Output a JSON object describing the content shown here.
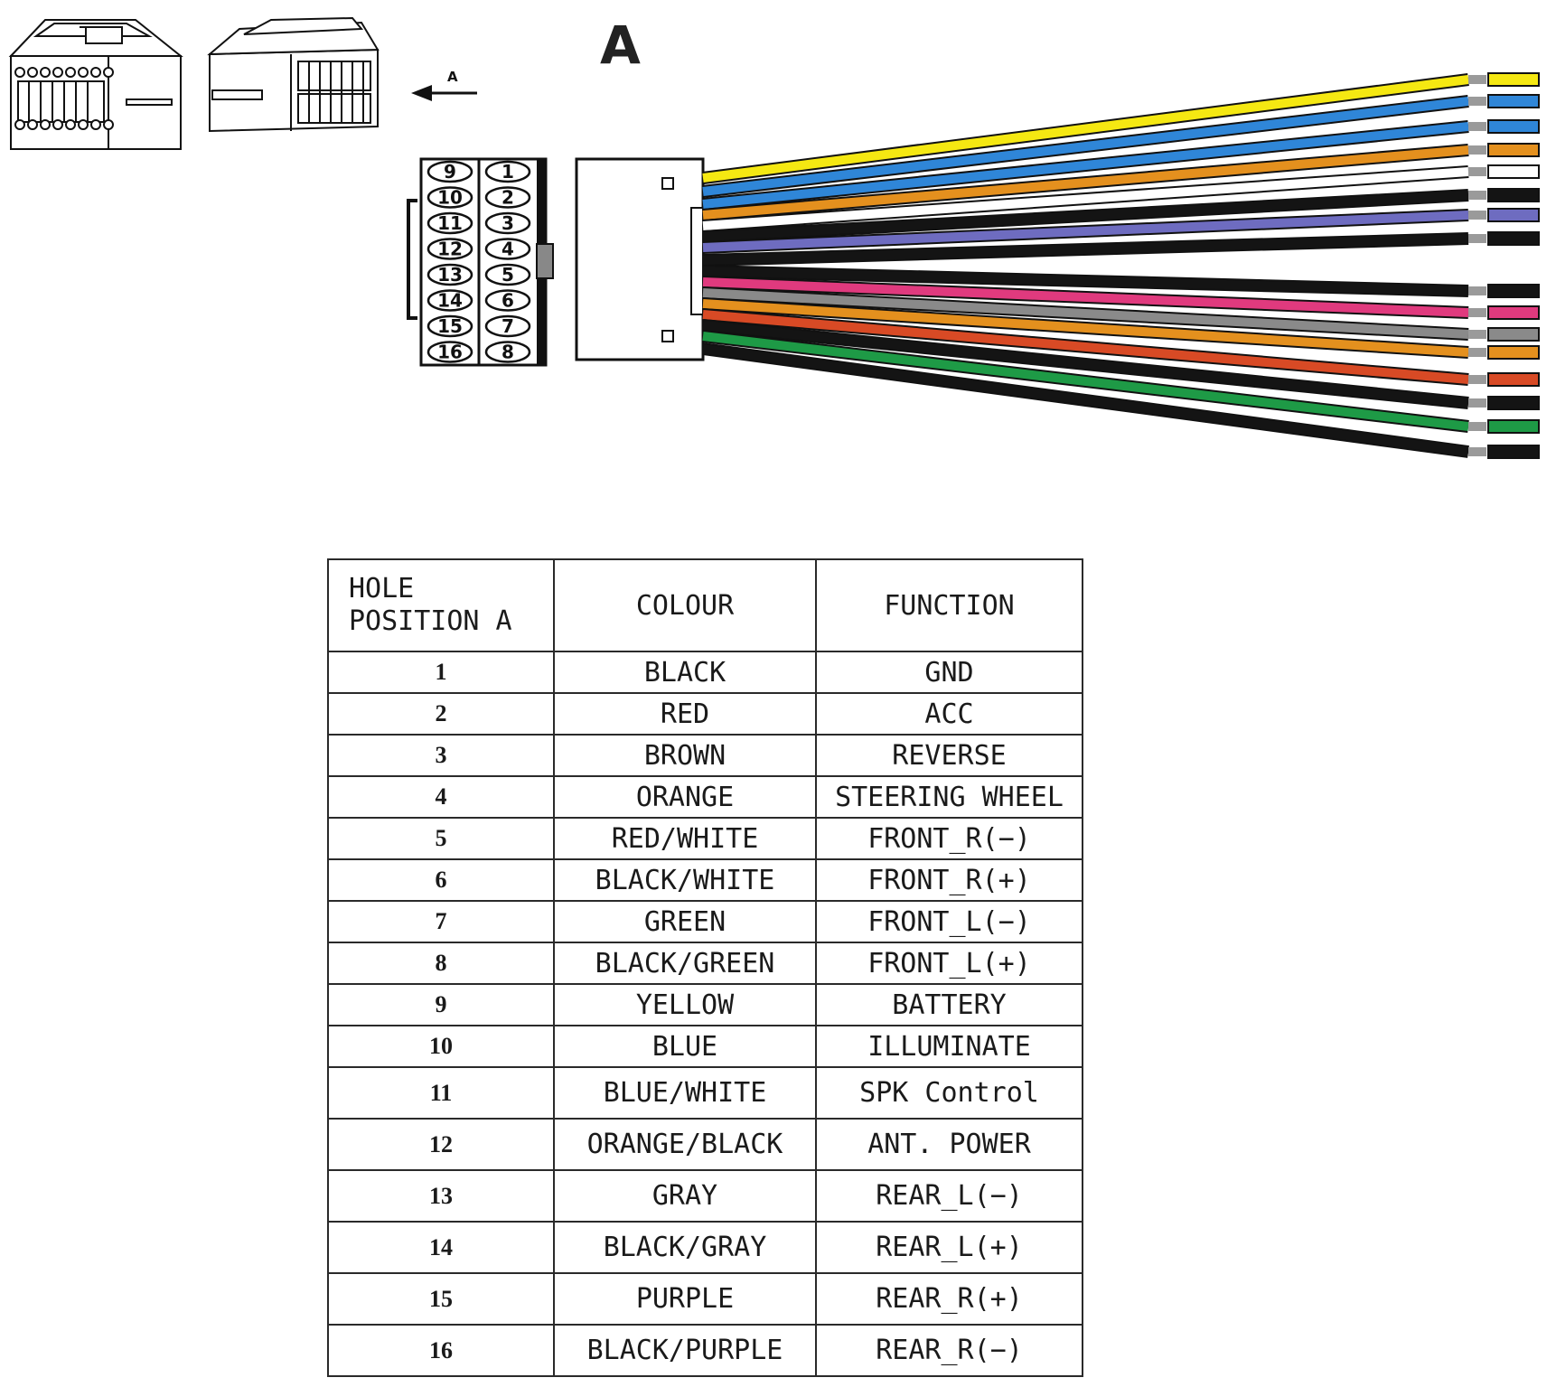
{
  "diagram": {
    "view_label": "A",
    "arrow_label": "A",
    "pins_left_column": [
      "9",
      "10",
      "11",
      "12",
      "13",
      "14",
      "15",
      "16"
    ],
    "pins_right_column": [
      "1",
      "2",
      "3",
      "4",
      "5",
      "6",
      "7",
      "8"
    ],
    "wire_colors": {
      "yellow": "#F5E812",
      "blue": "#2F86D8",
      "white": "#FFFFFF",
      "orange": "#E4901E",
      "gray": "#8A8A8A",
      "black": "#141414",
      "purple": "#6E6CC0",
      "pink": "#E03A7E",
      "red": "#D84A25",
      "green": "#1E9A46"
    }
  },
  "table": {
    "headers": {
      "hole_line1": "HOLE",
      "hole_line2": "POSITION A",
      "colour": "COLOUR",
      "function": "FUNCTION"
    },
    "rows": [
      {
        "hole": "1",
        "colour": "BLACK",
        "function": "GND"
      },
      {
        "hole": "2",
        "colour": "RED",
        "function": "ACC"
      },
      {
        "hole": "3",
        "colour": "BROWN",
        "function": "REVERSE"
      },
      {
        "hole": "4",
        "colour": "ORANGE",
        "function": "STEERING WHEEL"
      },
      {
        "hole": "5",
        "colour": "RED/WHITE",
        "function": "FRONT_R(−)"
      },
      {
        "hole": "6",
        "colour": "BLACK/WHITE",
        "function": "FRONT_R(+)"
      },
      {
        "hole": "7",
        "colour": "GREEN",
        "function": "FRONT_L(−)"
      },
      {
        "hole": "8",
        "colour": "BLACK/GREEN",
        "function": "FRONT_L(+)"
      },
      {
        "hole": "9",
        "colour": "YELLOW",
        "function": "BATTERY"
      },
      {
        "hole": "10",
        "colour": "BLUE",
        "function": "ILLUMINATE"
      },
      {
        "hole": "11",
        "colour": "BLUE/WHITE",
        "function": "SPK  Control"
      },
      {
        "hole": "12",
        "colour": "ORANGE/BLACK",
        "function": "ANT. POWER"
      },
      {
        "hole": "13",
        "colour": "GRAY",
        "function": "REAR_L(−)"
      },
      {
        "hole": "14",
        "colour": "BLACK/GRAY",
        "function": "REAR_L(+)"
      },
      {
        "hole": "15",
        "colour": "PURPLE",
        "function": "REAR_R(+)"
      },
      {
        "hole": "16",
        "colour": "BLACK/PURPLE",
        "function": "REAR_R(−)"
      }
    ]
  }
}
